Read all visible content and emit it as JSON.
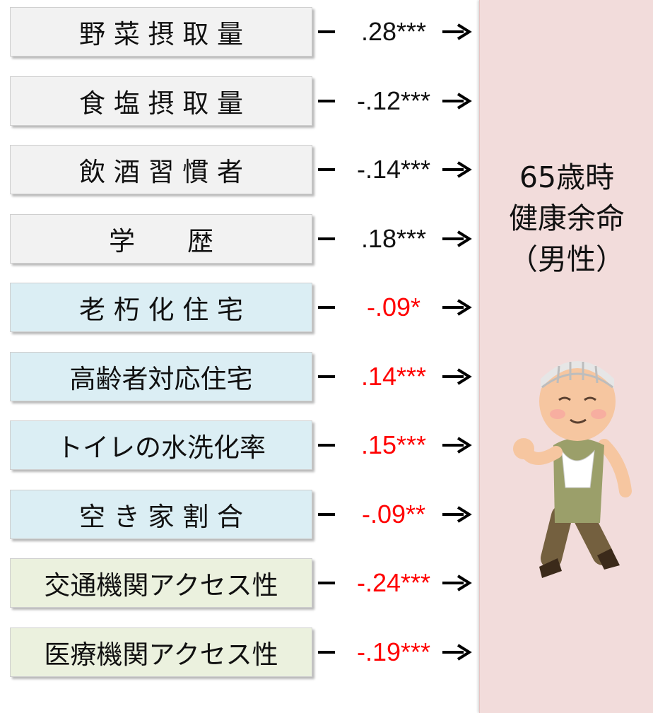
{
  "factors": [
    {
      "label": "野 菜 摂 取 量",
      "coefficient": ".28***",
      "group": "health",
      "color": "#111111"
    },
    {
      "label": "食 塩 摂 取 量",
      "coefficient": "-.12***",
      "group": "health",
      "color": "#111111"
    },
    {
      "label": "飲 酒 習 慣 者",
      "coefficient": "-.14***",
      "group": "health",
      "color": "#111111"
    },
    {
      "label": "学　　歴",
      "coefficient": ".18***",
      "group": "health",
      "color": "#111111"
    },
    {
      "label": "老 朽 化 住 宅",
      "coefficient": "-.09*",
      "group": "housing",
      "color": "#ff0000"
    },
    {
      "label": "高齢者対応住宅",
      "coefficient": ".14***",
      "group": "housing",
      "color": "#ff0000"
    },
    {
      "label": "トイレの水洗化率",
      "coefficient": ".15***",
      "group": "housing",
      "color": "#ff0000"
    },
    {
      "label": "空 き 家 割 合",
      "coefficient": "-.09**",
      "group": "housing",
      "color": "#ff0000"
    },
    {
      "label": "交通機関アクセス性",
      "coefficient": "-.24***",
      "group": "access",
      "color": "#ff0000"
    },
    {
      "label": "医療機関アクセス性",
      "coefficient": "-.19***",
      "group": "access",
      "color": "#ff0000"
    }
  ],
  "outcome": {
    "line1": "65歳時",
    "line2": "健康余命",
    "line3": "（男性）"
  },
  "colors": {
    "health_box": "#f2f2f2",
    "housing_box": "#dbeef4",
    "access_box": "#ebf1de",
    "outcome_panel": "#f2dcdb",
    "coef_black": "#111111",
    "coef_red": "#ff0000"
  },
  "illustration": "elderly-man-walking-icon"
}
